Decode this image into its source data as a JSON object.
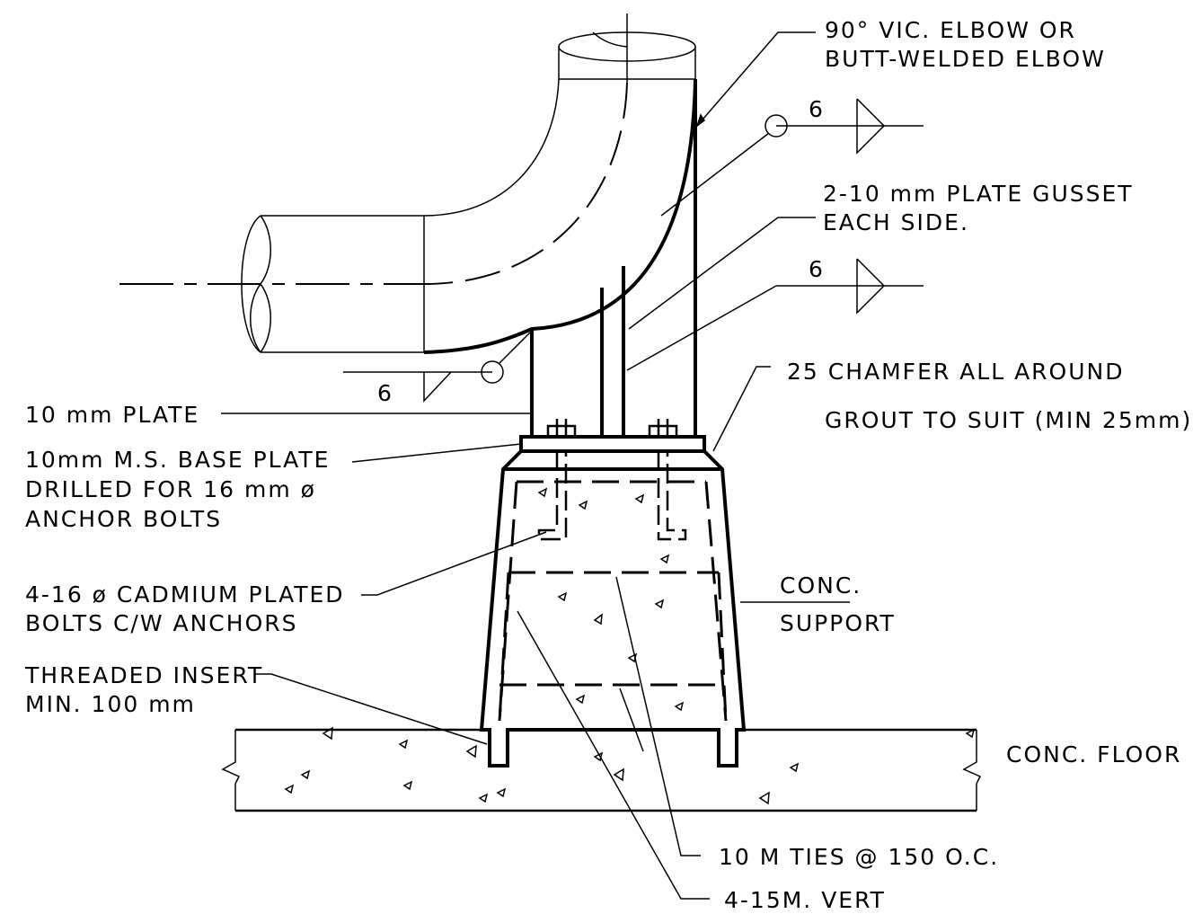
{
  "labels": {
    "elbow_line1": "90° VIC. ELBOW OR",
    "elbow_line2": "BUTT-WELDED ELBOW",
    "gusset_line1": "2-10 mm PLATE GUSSET",
    "gusset_line2": "EACH SIDE.",
    "chamfer": "25 CHAMFER ALL AROUND",
    "grout": "GROUT TO SUIT (MIN 25mm)",
    "plate": "10 mm PLATE",
    "base_line1": "10mm M.S. BASE PLATE",
    "base_line2": "DRILLED FOR 16 mm ø",
    "base_line3": "ANCHOR BOLTS",
    "bolts_line1": "4-16 ø CADMIUM PLATED",
    "bolts_line2": "BOLTS C/W ANCHORS",
    "insert_line1": "THREADED INSERT",
    "insert_line2": "MIN. 100 mm",
    "support_line1": "CONC.",
    "support_line2": "SUPPORT",
    "floor": "CONC. FLOOR",
    "ties": "10 M TIES @ 150 O.C.",
    "vert": "4-15M. VERT"
  },
  "welds": {
    "top": "6",
    "middle": "6",
    "left": "6"
  }
}
